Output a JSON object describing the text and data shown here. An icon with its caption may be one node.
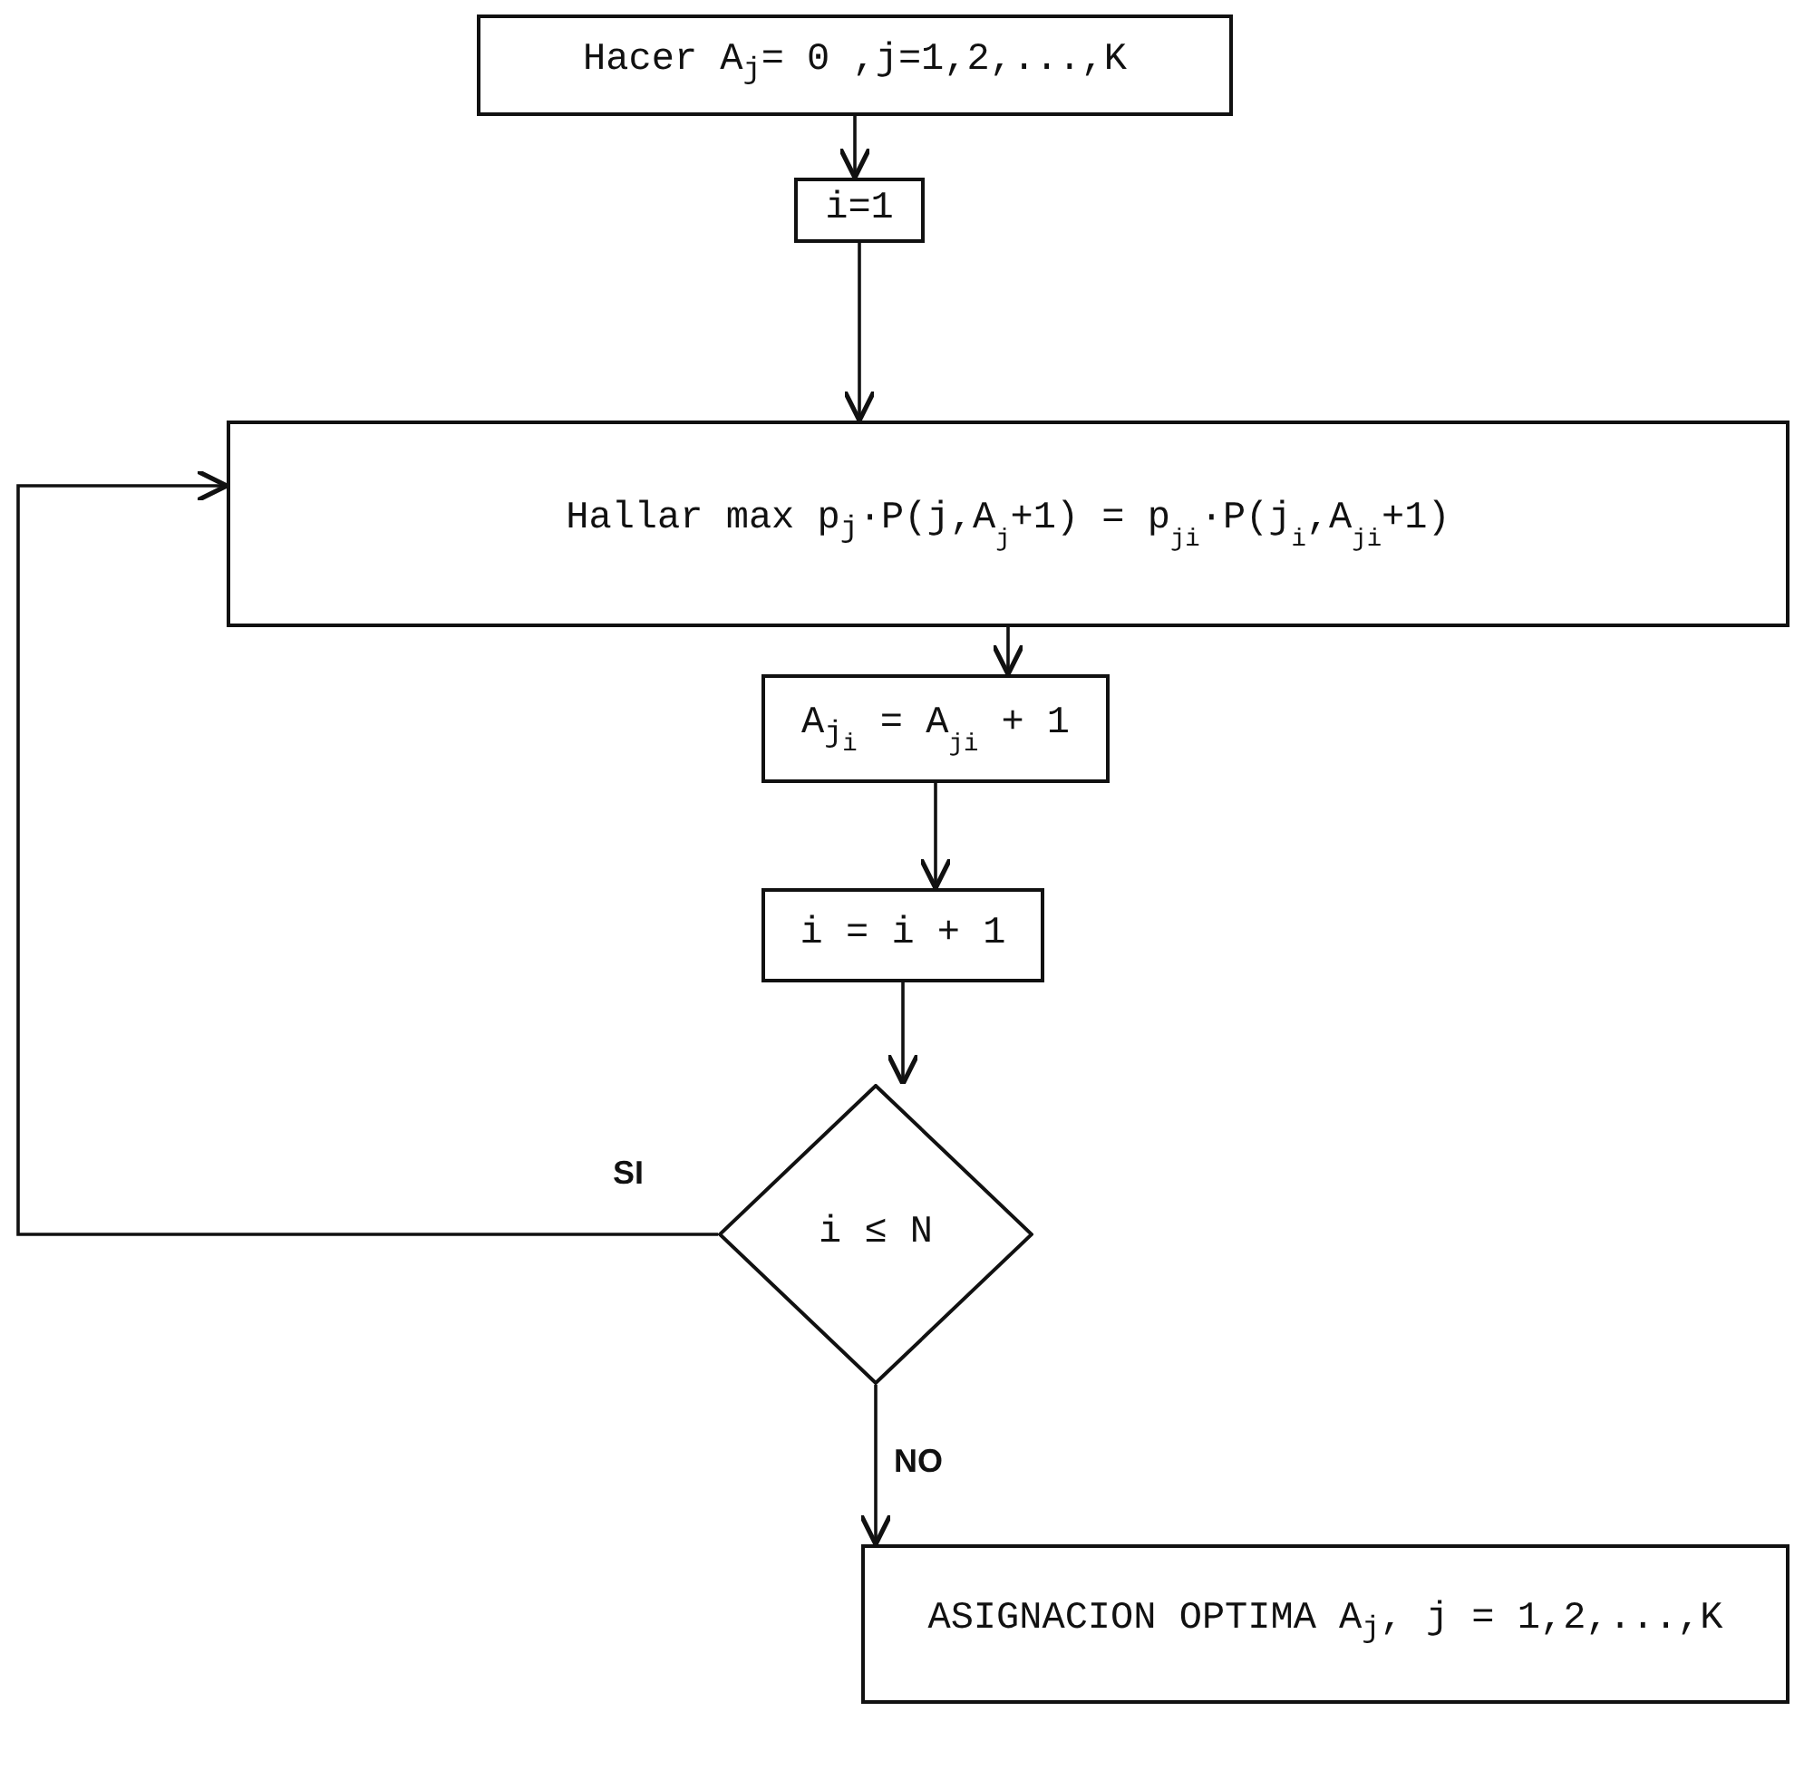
{
  "diagram": {
    "nodes": [
      {
        "text": [
          "Hacer A$_{j}$= 0 ,j=1,2,...,K"
        ]
      },
      {
        "text": [
          "i=1"
        ]
      },
      {
        "text": [
          "Hallar max p$_{j}$·P(j,A$_{j}$+1) = p$_{j}$$_{i}$·P(j$_{i}$,A$_{j}$$_{i}$+1)"
        ]
      },
      {
        "text": [
          "A$_{j}$$_{i}$ = A$_{j}$$_{i}$ + 1"
        ]
      },
      {
        "text": [
          "i = i + 1"
        ]
      },
      {
        "text": [
          "i ≤ N"
        ]
      },
      {
        "text": [
          "ASIGNACION OPTIMA A$_{j}$, j = 1,2,...,K"
        ]
      }
    ],
    "edges": [
      {
        "from": 0,
        "to": 1,
        "arrow": "to"
      },
      {
        "from": 1,
        "to": 2,
        "arrow": "to"
      },
      {
        "from": 2,
        "to": 3,
        "arrow": "to"
      },
      {
        "from": 3,
        "to": 4,
        "arrow": "to"
      },
      {
        "from": 4,
        "to": 5,
        "arrow": "to"
      },
      {
        "from": 5,
        "to": 2,
        "label": "SI",
        "arrow": "to"
      },
      {
        "from": 5,
        "to": 6,
        "label": "NO",
        "arrow": "to"
      }
    ]
  }
}
